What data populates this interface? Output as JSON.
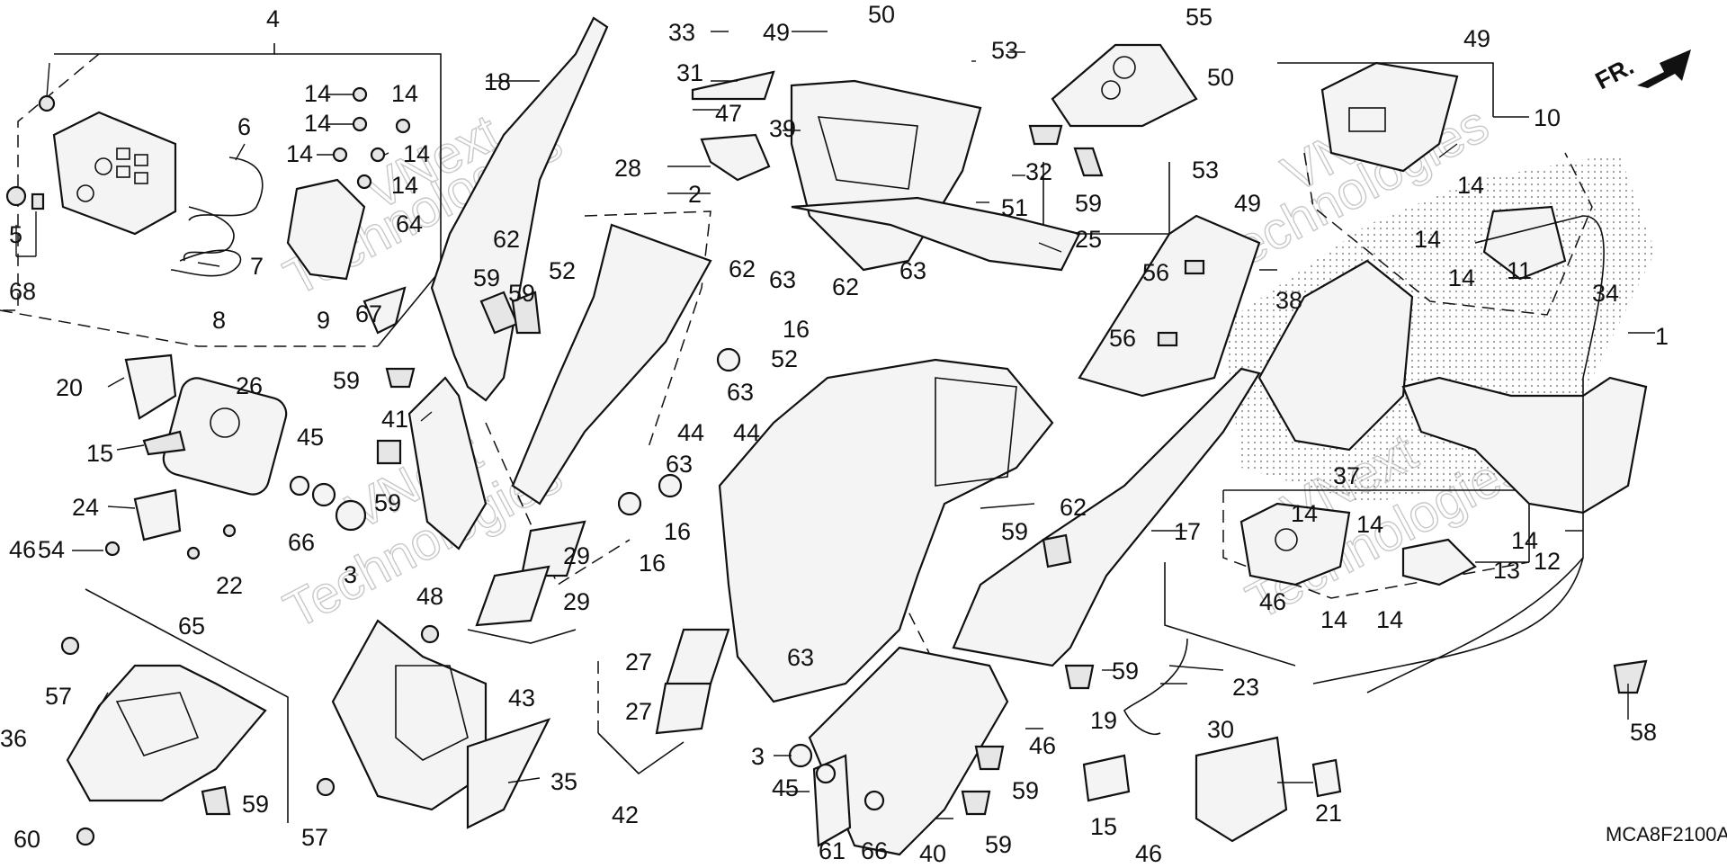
{
  "diagram": {
    "code": "MCA8F2100A",
    "direction_label": "FR.",
    "watermark": [
      "VNext",
      "Technologies"
    ],
    "colors": {
      "line": "#111111",
      "fill": "#f4f4f4",
      "dots": "#9a9a9a",
      "watermark": "#c8c8c8"
    },
    "callouts": [
      "1",
      "2",
      "3",
      "3",
      "4",
      "5",
      "6",
      "7",
      "8",
      "9",
      "10",
      "11",
      "12",
      "13",
      "14",
      "14",
      "14",
      "14",
      "14",
      "14",
      "14",
      "14",
      "14",
      "14",
      "14",
      "14",
      "14",
      "14",
      "15",
      "15",
      "16",
      "16",
      "16",
      "17",
      "18",
      "19",
      "20",
      "21",
      "22",
      "23",
      "24",
      "25",
      "26",
      "27",
      "27",
      "28",
      "29",
      "29",
      "30",
      "31",
      "32",
      "33",
      "34",
      "35",
      "36",
      "37",
      "38",
      "39",
      "40",
      "41",
      "42",
      "43",
      "44",
      "44",
      "45",
      "45",
      "46",
      "46",
      "46",
      "46",
      "47",
      "48",
      "49",
      "49",
      "49",
      "50",
      "50",
      "51",
      "52",
      "52",
      "53",
      "53",
      "54",
      "55",
      "56",
      "56",
      "57",
      "57",
      "58",
      "59",
      "59",
      "59",
      "59",
      "59",
      "59",
      "59",
      "59",
      "59",
      "59",
      "60",
      "61",
      "62",
      "62",
      "62",
      "62",
      "63",
      "63",
      "63",
      "63",
      "63",
      "64",
      "65",
      "66",
      "66",
      "67",
      "68"
    ]
  }
}
